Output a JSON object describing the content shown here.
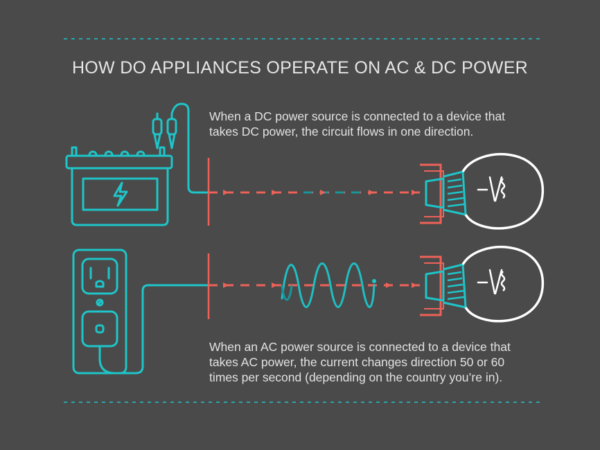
{
  "title": "HOW DO APPLIANCES OPERATE ON AC & DC POWER",
  "dc": {
    "caption_line1": "When a DC power source is connected to a device that",
    "caption_line2": "takes DC power, the circuit flows in one direction."
  },
  "ac": {
    "caption_line1": "When an AC power source is connected to a device that",
    "caption_line2": "takes AC power, the current changes direction 50 or 60",
    "caption_line3": "times per second (depending on the country you’re in)."
  },
  "colors": {
    "background": "#4a4a4a",
    "cyan": "#1ec5c9",
    "red": "#ee6258",
    "white": "#ffffff",
    "text": "#e2e2e2"
  }
}
